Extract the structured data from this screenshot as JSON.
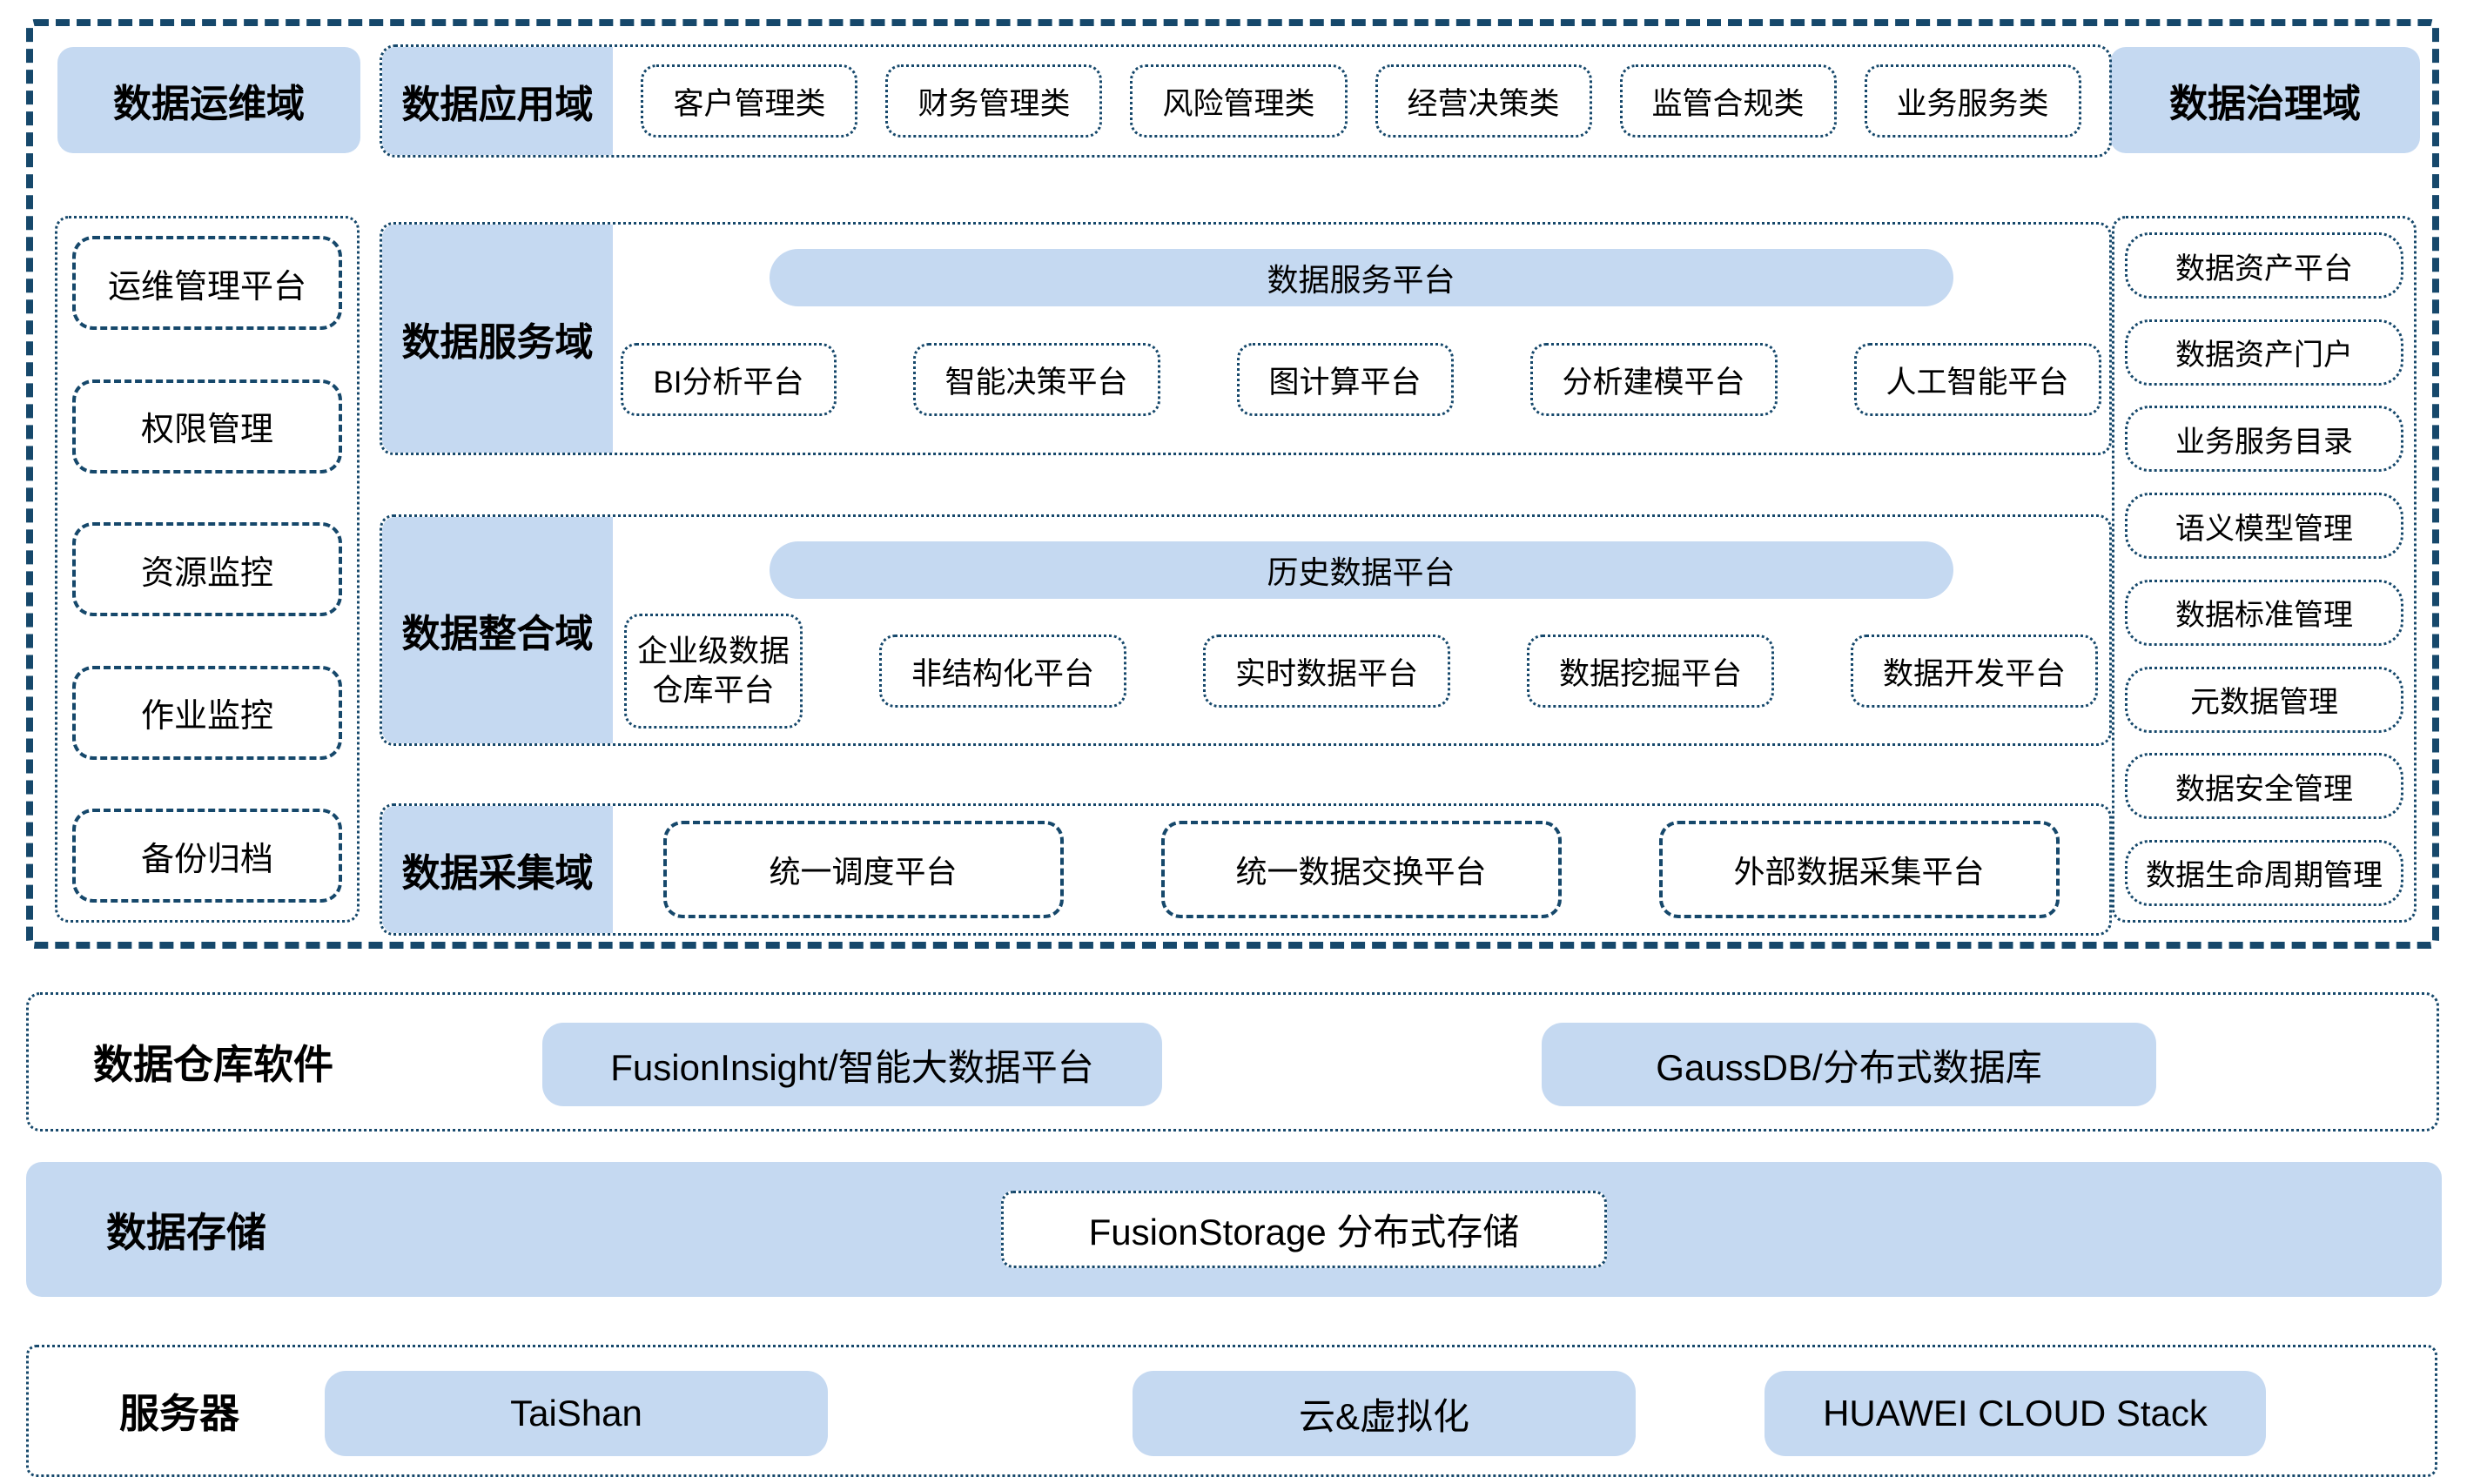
{
  "colors": {
    "block_blue": "#c5d9f1",
    "border_navy": "#16486b",
    "text": "#000000",
    "background": "#ffffff"
  },
  "architecture": {
    "ops_domain": {
      "title": "数据运维域",
      "items": [
        "运维管理平台",
        "权限管理",
        "资源监控",
        "作业监控",
        "备份归档"
      ]
    },
    "application_domain": {
      "title": "数据应用域",
      "items": [
        "客户管理类",
        "财务管理类",
        "风险管理类",
        "经营决策类",
        "监管合规类",
        "业务服务类"
      ]
    },
    "governance_domain": {
      "title": "数据治理域",
      "items": [
        "数据资产平台",
        "数据资产门户",
        "业务服务目录",
        "语义模型管理",
        "数据标准管理",
        "元数据管理",
        "数据安全管理",
        "数据生命周期管理"
      ]
    },
    "service_domain": {
      "title": "数据服务域",
      "banner": "数据服务平台",
      "items": [
        "BI分析平台",
        "智能决策平台",
        "图计算平台",
        "分析建模平台",
        "人工智能平台"
      ]
    },
    "integration_domain": {
      "title": "数据整合域",
      "banner": "历史数据平台",
      "items": [
        "企业级数据仓库平台",
        "非结构化平台",
        "实时数据平台",
        "数据挖掘平台",
        "数据开发平台"
      ]
    },
    "collection_domain": {
      "title": "数据采集域",
      "items": [
        "统一调度平台",
        "统一数据交换平台",
        "外部数据采集平台"
      ]
    }
  },
  "infrastructure": {
    "warehouse_row": {
      "title": "数据仓库软件",
      "items": [
        "FusionInsight/智能大数据平台",
        "GaussDB/分布式数据库"
      ]
    },
    "storage_row": {
      "title": "数据存储",
      "items": [
        "FusionStorage 分布式存储"
      ]
    },
    "server_row": {
      "title": "服务器",
      "items": [
        "TaiShan",
        "云&虚拟化",
        "HUAWEI CLOUD Stack"
      ]
    }
  }
}
